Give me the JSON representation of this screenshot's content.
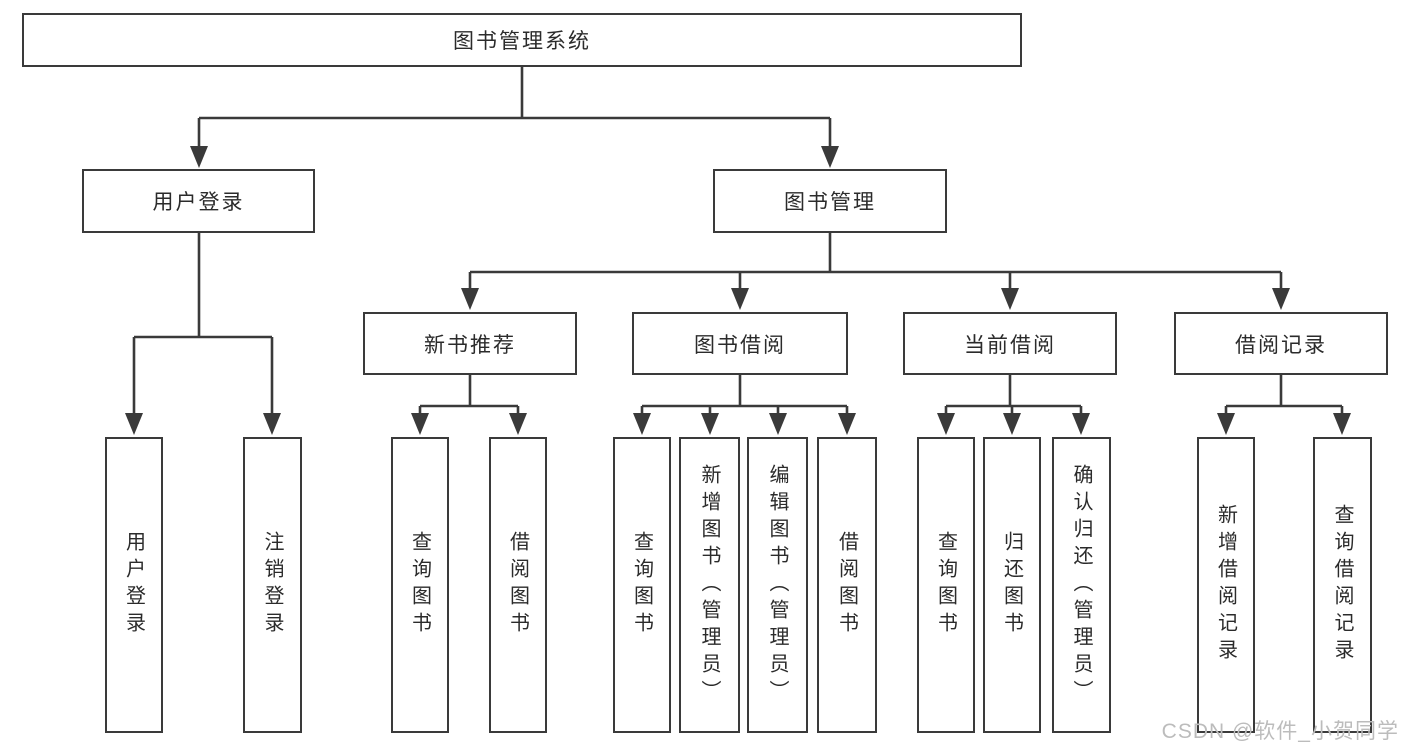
{
  "diagram": {
    "root": {
      "label": "图书管理系统"
    },
    "level2": [
      {
        "label": "用户登录"
      },
      {
        "label": "图书管理"
      }
    ],
    "level3": [
      {
        "label": "新书推荐"
      },
      {
        "label": "图书借阅"
      },
      {
        "label": "当前借阅"
      },
      {
        "label": "借阅记录"
      }
    ],
    "leaves": {
      "user_login": [
        "用户登录",
        "注销登录"
      ],
      "new_books": [
        "查询图书",
        "借阅图书"
      ],
      "book_borrow": [
        "查询图书",
        "新增图书（管理员）",
        "编辑图书（管理员）",
        "借阅图书"
      ],
      "current_borrow": [
        "查询图书",
        "归还图书",
        "确认归还（管理员）"
      ],
      "borrow_records": [
        "新增借阅记录",
        "查询借阅记录"
      ]
    }
  },
  "watermark": "CSDN @软件_小贺同学",
  "colors": {
    "line": "#3a3a3a",
    "box_border": "#3a3a3a",
    "text": "#2b2b2b",
    "watermark": "#bcbcbc",
    "background": "#ffffff"
  }
}
